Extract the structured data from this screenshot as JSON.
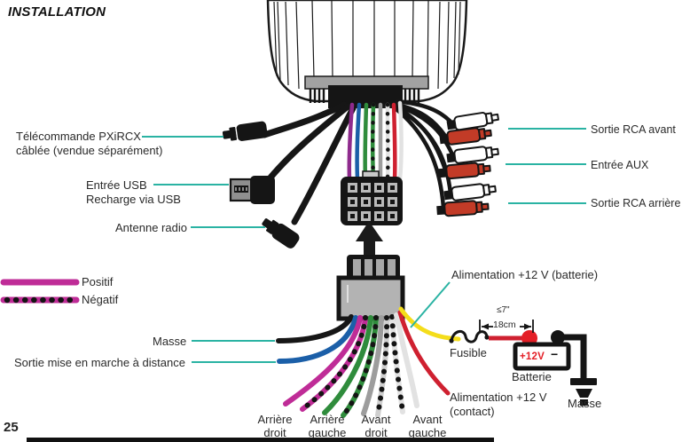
{
  "page": {
    "title": "INSTALLATION",
    "number": "25"
  },
  "legend": {
    "positif": "Positif",
    "negatif": "Négatif"
  },
  "callouts": {
    "telecommande1": "Télécommande PXiRCX",
    "telecommande2": "câblée (vendue séparément)",
    "entree_usb": "Entrée USB",
    "recharge_usb": "Recharge via USB",
    "antenne": "Antenne radio",
    "masse": "Masse",
    "sortie_distance": "Sortie mise en marche à distance",
    "rca_avant": "Sortie RCA avant",
    "entree_aux": "Entrée AUX",
    "rca_arriere": "Sortie RCA arrière",
    "alim_batterie": "Alimentation +12 V (batterie)",
    "fusible": "Fusible",
    "batterie": "Batterie",
    "masse_chassis": "Masse",
    "alim_contact1": "Alimentation +12 V",
    "alim_contact2": "(contact)"
  },
  "battery": {
    "voltage": "+12V",
    "minus": "−"
  },
  "dimension": {
    "inches": "≤7\"",
    "cm": "18cm"
  },
  "speakers": [
    {
      "line1": "Arrière",
      "line2": "droit"
    },
    {
      "line1": "Arrière",
      "line2": "gauche"
    },
    {
      "line1": "Avant",
      "line2": "droit"
    },
    {
      "line1": "Avant",
      "line2": "gauche"
    }
  ],
  "harness_wires": [
    {
      "color": "black",
      "label": "Masse"
    },
    {
      "color": "blue",
      "label": "Sortie mise en marche à distance"
    },
    {
      "color": "magenta-pair",
      "label": "Arrière droit"
    },
    {
      "color": "green-pair",
      "label": "Arrière gauche"
    },
    {
      "color": "gray-pair",
      "label": "Avant droit"
    },
    {
      "color": "white-pair",
      "label": "Avant gauche"
    },
    {
      "color": "red",
      "label": "Alimentation +12 V (contact)"
    },
    {
      "color": "yellow",
      "label": "Alimentation +12 V (batterie)"
    }
  ],
  "colors": {
    "teal": "#2ab3a3",
    "magenta": "#bf2c97",
    "blue": "#1b5fa8",
    "green": "#2f8c3c",
    "purple": "#8f2b8d",
    "redwire": "#cf2030",
    "yellow": "#f4dd1b",
    "rcared": "#c23b27",
    "batred": "#e41e26"
  }
}
